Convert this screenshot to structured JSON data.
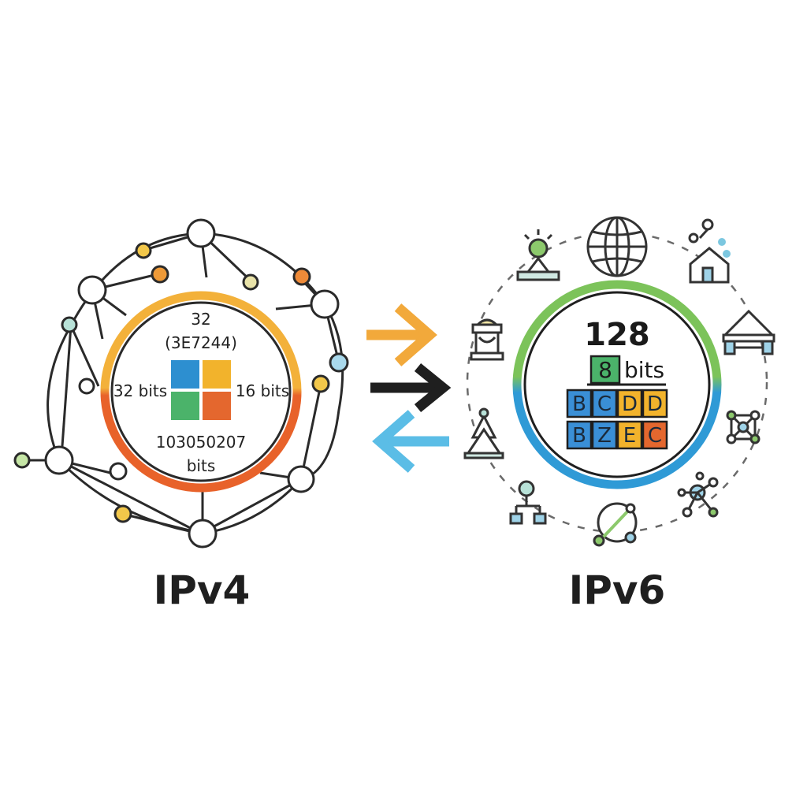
{
  "ipv4": {
    "label": "IPv4",
    "center_line1": "32",
    "center_line2": "(3E7244)",
    "left_label": "32 bits",
    "right_label": "16 bits",
    "bottom_line1": "103050207",
    "bottom_line2": "bits",
    "block_colors": [
      "#2d8fd0",
      "#f2b32c",
      "#4bb36a",
      "#e4672e"
    ],
    "ring_colors": [
      "#f3b13a",
      "#e8622a"
    ]
  },
  "ipv6": {
    "label": "IPv6",
    "number": "128",
    "small_block": "8",
    "bits_label": "bits",
    "grid_rows": [
      [
        "B",
        "C",
        "D",
        "D"
      ],
      [
        "B",
        "Z",
        "E",
        "C"
      ]
    ],
    "grid_colors": [
      [
        "#3a8fd6",
        "#3a8fd6",
        "#f2b32c",
        "#f2b32c"
      ],
      [
        "#3a8fd6",
        "#3a8fd6",
        "#f2b32c",
        "#e4672e"
      ]
    ],
    "small_block_color": "#4bb36a",
    "ring_colors": [
      "#7cc35a",
      "#2f9ad6"
    ]
  },
  "arrows": {
    "top_color": "#f2a93b",
    "middle_color": "#1f1f1f",
    "bottom_color": "#5bbde6"
  },
  "icons": [
    "globe-icon",
    "home-network-icon",
    "building-icon",
    "network-node-icon",
    "hierarchy-icon",
    "satellite-icon",
    "tree-icon",
    "kiosk-icon",
    "person-icon"
  ]
}
